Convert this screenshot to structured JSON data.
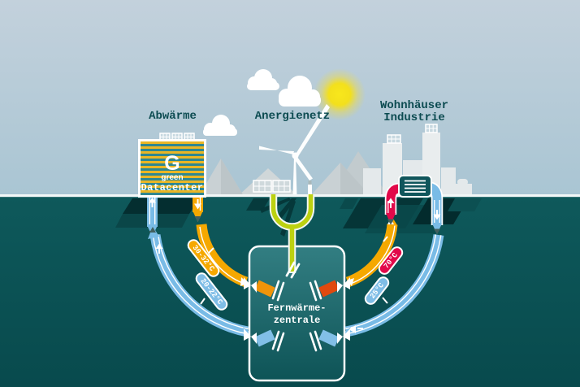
{
  "title": "Anergienetz district heating diagram",
  "labels": {
    "waste_heat": "Abwärme",
    "energy_grid": "Anergienetz",
    "consumers_line1": "Wohnhäuser",
    "consumers_line2": "Industrie"
  },
  "datacenter": {
    "logo_letter": "G",
    "logo_sub": "green",
    "name": "Datacenter"
  },
  "plant": {
    "name_line1": "Fernwärme-",
    "name_line2": "zentrale"
  },
  "temperatures": {
    "from_datacenter": "30-32°C",
    "to_datacenter": "20-22°C",
    "to_city": "70°C",
    "from_city": "25°C"
  },
  "colors": {
    "warm_pipe": "#f5a800",
    "cold_pipe": "#7fbde6",
    "hot_pipe": "#e2094a",
    "power_line": "#bcd111",
    "sky_top": "#c3d1dc",
    "sky_bottom": "#a9c5d3",
    "ground": "#0b5355",
    "label_text": "#0c4b51",
    "sun": "#f6e112"
  }
}
